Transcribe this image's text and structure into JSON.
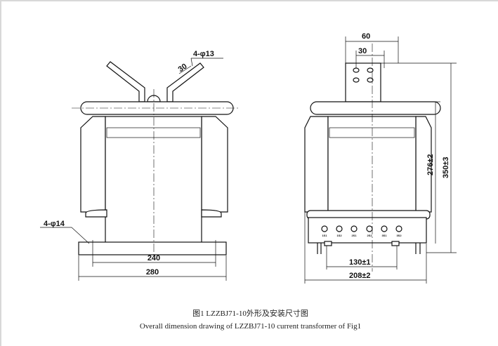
{
  "left_view": {
    "dims": {
      "bushing_hole": "4-φ13",
      "bushing_spacing": "30",
      "base_hole": "4-φ14",
      "mount_spacing": "240",
      "base_width": "280"
    }
  },
  "right_view": {
    "dims": {
      "terminal_width": "60",
      "terminal_hole_spacing": "30",
      "height_to_flange": "276±2",
      "overall_height": "350±3",
      "foot_spacing": "130±1",
      "base_width": "208±2"
    },
    "terminals": [
      "1S1",
      "1S2",
      "2S1",
      "2S2",
      "3S1",
      "3S2"
    ]
  },
  "caption": {
    "chinese": "图1 LZZBJ71-10外形及安装尺寸图",
    "english": "Overall dimension drawing of LZZBJ71-10 current transformer of Fig1"
  }
}
